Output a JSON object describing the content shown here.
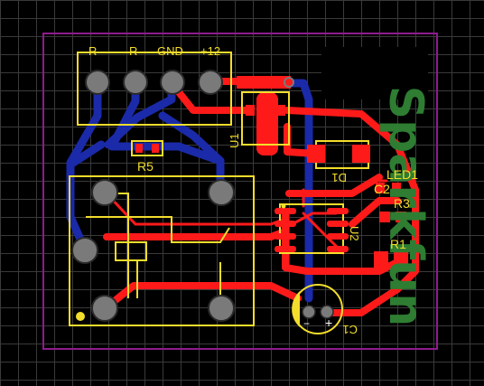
{
  "colors": {
    "background": "#000000",
    "grid": "#3a3a3a",
    "board_outline": "#8e1b8e",
    "top_copper": "#ff1a1a",
    "bottom_copper": "#1a2aa8",
    "silkscreen": "#f3dd2c",
    "pad": "#7a7a7a",
    "logo_green": "#2e7d32",
    "white": "#ffffff"
  },
  "connector": {
    "pins": [
      "R",
      "R",
      "GND",
      "+12"
    ]
  },
  "components": {
    "u1": "U1",
    "r5": "R5",
    "d1": "D1",
    "led1": "LED1",
    "c2": "C2",
    "r3": "R3",
    "u2": "U2",
    "r1": "R1",
    "c1": "C1"
  },
  "logo": {
    "text": "Sparkfun"
  },
  "polarity": {
    "minus": "−",
    "plus": "+"
  }
}
